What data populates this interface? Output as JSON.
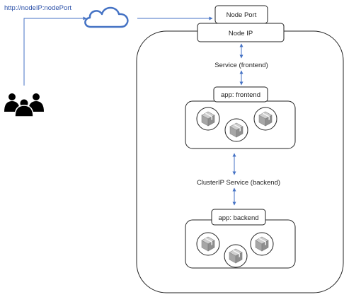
{
  "url_label": "http://nodeIP:nodePort",
  "node_port_label": "Node Port",
  "node_ip_label": "Node IP",
  "frontend_service_label": "Service (frontend)",
  "frontend_app_label": "app: frontend",
  "backend_service_label": "ClusterIP Service (backend)",
  "backend_app_label": "app: backend",
  "icons": {
    "users": "users-icon",
    "cloud": "cloud-icon",
    "pod": "package-icon"
  },
  "colors": {
    "connector": "#4472c4",
    "cloud": "#4472c4",
    "border": "#222222",
    "pod_fill": "#a6a6a6",
    "text": "#222222",
    "url_text": "#2b50a8"
  }
}
